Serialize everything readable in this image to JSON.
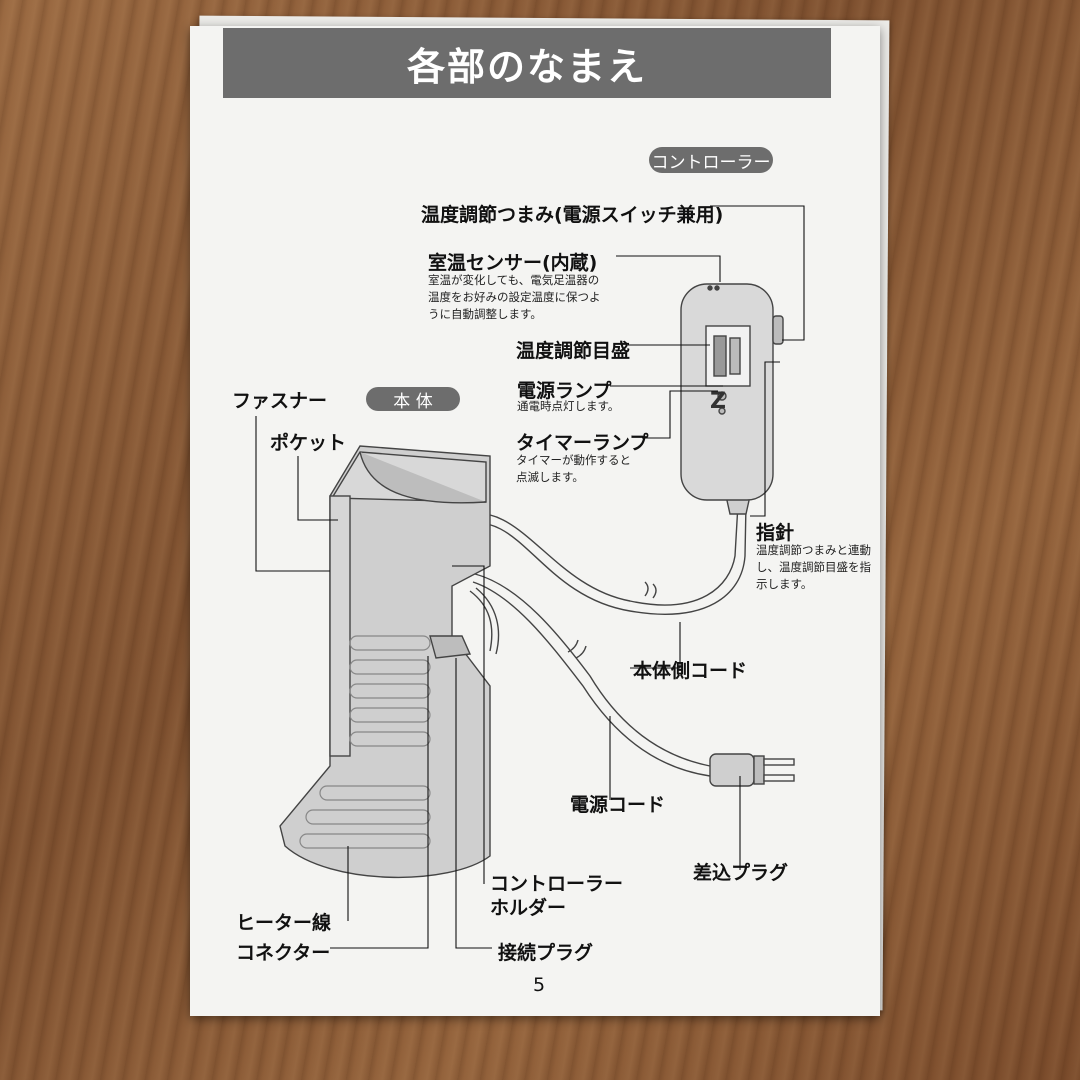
{
  "page": {
    "title": "各部のなまえ",
    "page_number": "5"
  },
  "sections": {
    "controller": "コントローラー",
    "body": "本 体"
  },
  "labels": {
    "temp_knob": "温度調節つまみ(電源スイッチ兼用)",
    "room_sensor": "室温センサー(内蔵)",
    "room_sensor_desc": [
      "室温が変化しても、電気足温器の",
      "温度をお好みの設定温度に保つよ",
      "うに自動調整します。"
    ],
    "temp_scale": "温度調節目盛",
    "power_lamp": "電源ランプ",
    "power_lamp_desc": "通電時点灯します。",
    "timer_lamp": "タイマーランプ",
    "timer_lamp_desc": [
      "タイマーが動作すると",
      "点滅します。"
    ],
    "pointer": "指針",
    "pointer_desc": [
      "温度調節つまみと連動",
      "し、温度調節目盛を指",
      "示します。"
    ],
    "body_cord": "本体側コード",
    "power_cord": "電源コード",
    "plug": "差込プラグ",
    "fastener": "ファスナー",
    "pocket": "ポケット",
    "controller_holder": [
      "コントローラー",
      "ホルダー"
    ],
    "heater_wire": "ヒーター線",
    "connector": "コネクター",
    "connect_plug": "接続プラグ"
  }
}
